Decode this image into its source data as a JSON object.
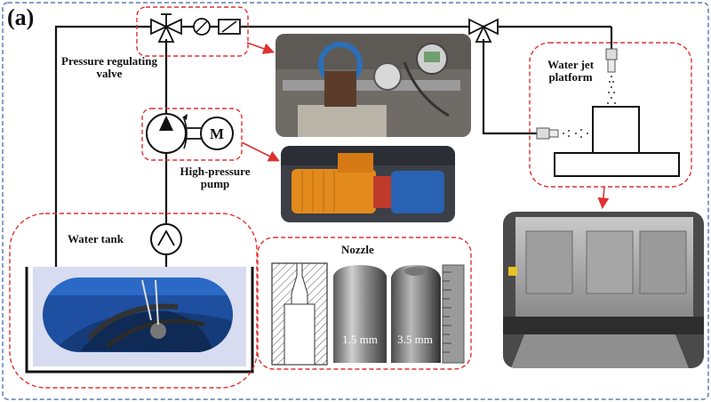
{
  "panel_label": "(a)",
  "labels": {
    "pressure_valve": "Pressure regulating valve",
    "pump": "High-pressure pump",
    "motor": "M",
    "water_tank": "Water tank",
    "nozzle": "Nozzle",
    "platform": "Water jet platform",
    "nozzle_small": "1.5 mm",
    "nozzle_large": "3.5 mm"
  },
  "colors": {
    "frame_border": "#5b7fb5",
    "callout_dash": "#e03030",
    "arrow": "#e03030",
    "pipe": "#111111",
    "tank_water": "#d7dcf0"
  },
  "icons": [
    "valve-icon",
    "pressure-gauge-icon",
    "flow-meter-icon",
    "pump-icon",
    "motor-icon",
    "tank-pump-icon"
  ]
}
